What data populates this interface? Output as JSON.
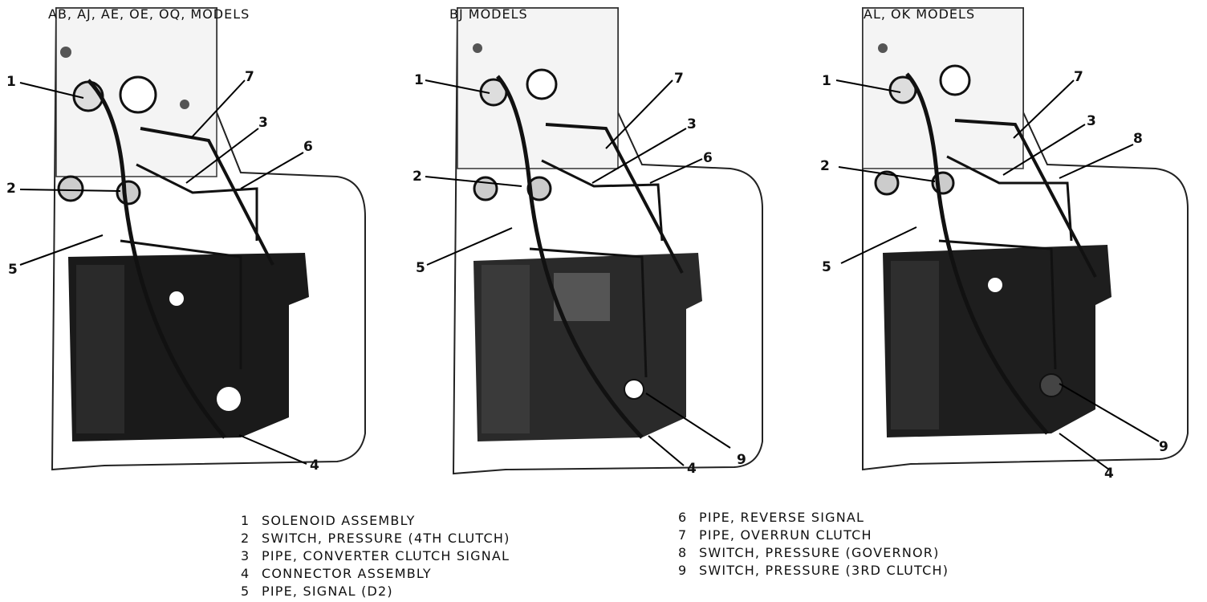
{
  "panels": [
    {
      "title": "AB, AJ, AE, OE, OQ, MODELS",
      "callouts": [
        "1",
        "7",
        "3",
        "6",
        "2",
        "5",
        "4"
      ]
    },
    {
      "title": "BJ MODELS",
      "callouts": [
        "1",
        "7",
        "3",
        "6",
        "2",
        "5",
        "9",
        "4"
      ]
    },
    {
      "title": "AL, OK MODELS",
      "callouts": [
        "1",
        "7",
        "3",
        "8",
        "2",
        "5",
        "9",
        "4"
      ]
    }
  ],
  "legend": {
    "left": [
      {
        "num": "1",
        "label": "SOLENOID ASSEMBLY"
      },
      {
        "num": "2",
        "label": "SWITCH, PRESSURE (4TH CLUTCH)"
      },
      {
        "num": "3",
        "label": "PIPE, CONVERTER CLUTCH SIGNAL"
      },
      {
        "num": "4",
        "label": "CONNECTOR ASSEMBLY"
      },
      {
        "num": "5",
        "label": "PIPE, SIGNAL (D2)"
      }
    ],
    "right": [
      {
        "num": "6",
        "label": "PIPE, REVERSE SIGNAL"
      },
      {
        "num": "7",
        "label": "PIPE, OVERRUN CLUTCH"
      },
      {
        "num": "8",
        "label": "SWITCH, PRESSURE (GOVERNOR)"
      },
      {
        "num": "9",
        "label": "SWITCH, PRESSURE (3RD CLUTCH)"
      }
    ]
  }
}
